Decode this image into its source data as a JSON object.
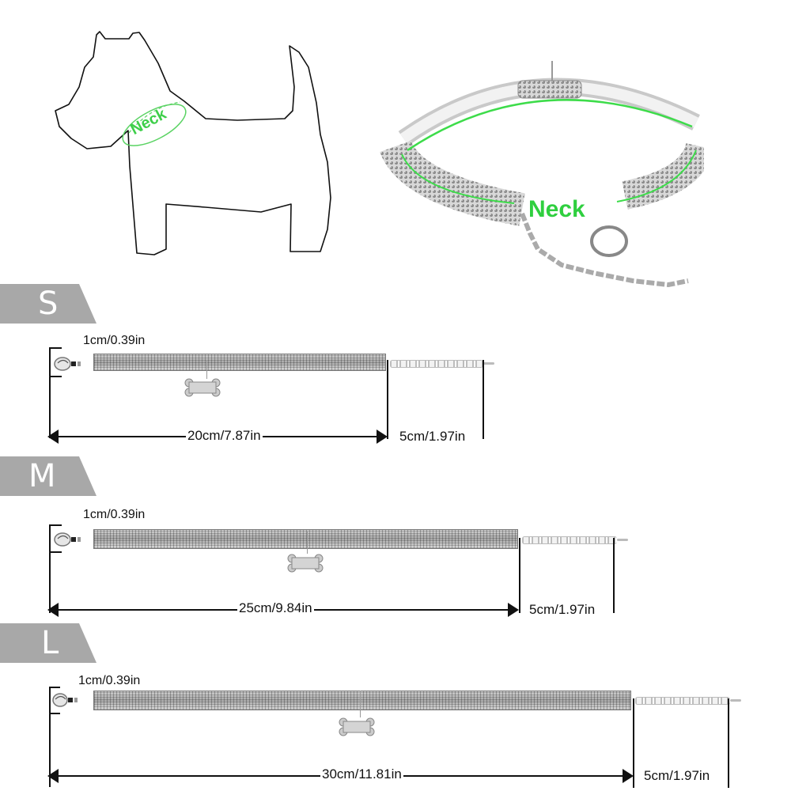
{
  "diagram": {
    "dog_illustration": {
      "label": "Neck",
      "label_color": "#3ecf4a"
    },
    "collar_photo": {
      "label": "Neck",
      "label_color": "#2fcf3f"
    },
    "accent_gray": "#a8a8a8",
    "sizes": [
      {
        "letter": "S",
        "width_label": "1cm/0.39in",
        "length_label": "20cm/7.87in",
        "extension_label": "5cm/1.97in"
      },
      {
        "letter": "M",
        "width_label": "1cm/0.39in",
        "length_label": "25cm/9.84in",
        "extension_label": "5cm/1.97in"
      },
      {
        "letter": "L",
        "width_label": "1cm/0.39in",
        "length_label": "30cm/11.81in",
        "extension_label": "5cm/1.97in"
      }
    ]
  }
}
